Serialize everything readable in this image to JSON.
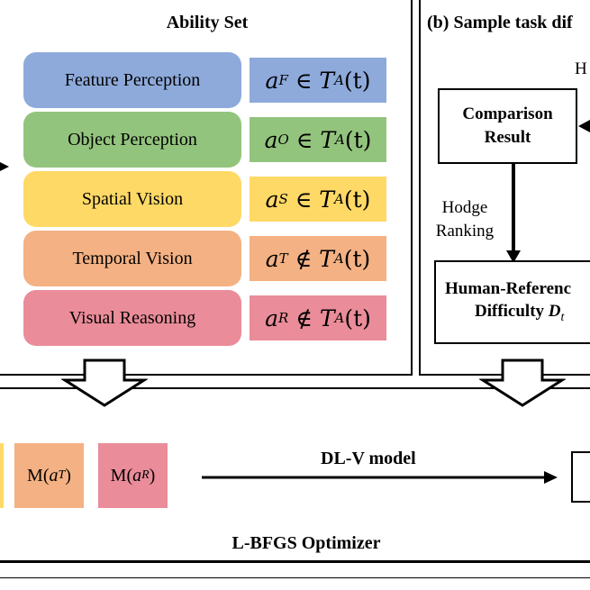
{
  "ability_set": {
    "title": "Ability Set",
    "items": [
      {
        "label": "Feature Perception",
        "var": "a",
        "sub": "F",
        "rel": "∈",
        "set": "T",
        "set_sub": "A",
        "arg": "(t)",
        "color": "#8eaadb",
        "formula_color": "#8eaadb"
      },
      {
        "label": "Object Perception",
        "var": "a",
        "sub": "O",
        "rel": "∈",
        "set": "T",
        "set_sub": "A",
        "arg": "(t)",
        "color": "#93c47d",
        "formula_color": "#93c47d"
      },
      {
        "label": "Spatial Vision",
        "var": "a",
        "sub": "S",
        "rel": "∈",
        "set": "T",
        "set_sub": "A",
        "arg": "(t)",
        "color": "#ffd966",
        "formula_color": "#ffd966"
      },
      {
        "label": "Temporal Vision",
        "var": "a",
        "sub": "T",
        "rel": "∉",
        "set": "T",
        "set_sub": "A",
        "arg": "(t)",
        "color": "#f4b183",
        "formula_color": "#f4b183"
      },
      {
        "label": "Visual Reasoning",
        "var": "a",
        "sub": "R",
        "rel": "∉",
        "set": "T",
        "set_sub": "A",
        "arg": "(t)",
        "color": "#ea8c99",
        "formula_color": "#ea8c99"
      }
    ]
  },
  "panel_b": {
    "title": "(b) Sample task dif",
    "side_label": "H",
    "comparison_result": "Comparison Result",
    "comparison_line1": "Comparison",
    "comparison_line2": "Result",
    "hodge_line1": "Hodge",
    "hodge_line2": "Ranking",
    "human_ref_line1": "Human-Referenc",
    "human_ref_line2": "Difficulty",
    "human_ref_var": "D",
    "human_ref_sub": "t"
  },
  "bottom": {
    "tiles": [
      {
        "prefix": "M(",
        "var": "a",
        "sub": "T",
        "suffix": ")",
        "color": "#f4b183"
      },
      {
        "prefix": "M(",
        "var": "a",
        "sub": "R",
        "suffix": ")",
        "color": "#ea8c99"
      }
    ],
    "model_label": "DL-V model",
    "optimizer_label": "L-BFGS Optimizer"
  }
}
